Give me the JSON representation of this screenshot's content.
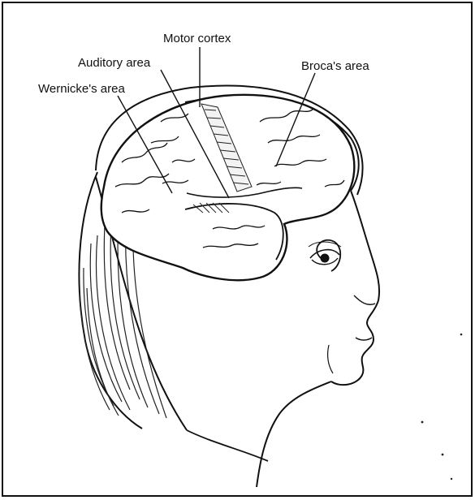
{
  "diagram": {
    "labels": {
      "motor_cortex": "Motor cortex",
      "auditory_area": "Auditory area",
      "wernickes_area": "Wernicke's area",
      "brocas_area": "Broca's area"
    }
  }
}
